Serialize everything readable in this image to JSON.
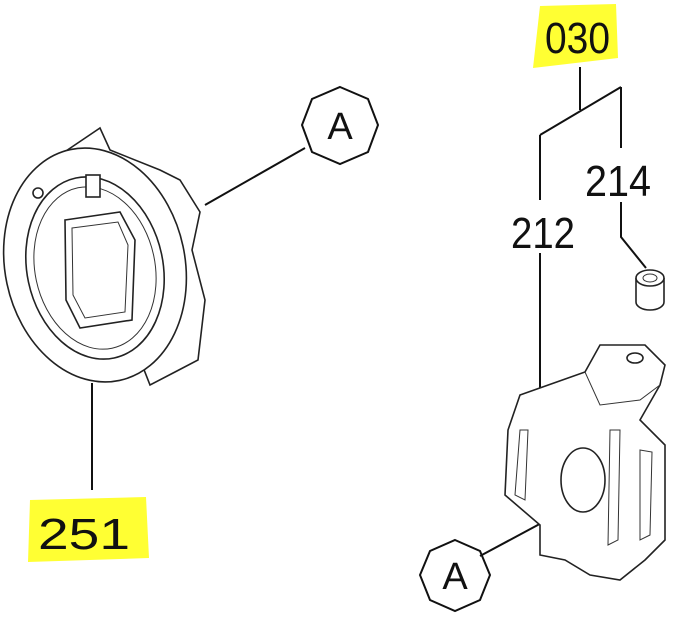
{
  "diagram": {
    "callouts": {
      "assembly": "030",
      "screw": "214",
      "body": "212",
      "ring": "251",
      "ref_top": "A",
      "ref_bottom": "A"
    },
    "highlight_color": "#ffff33",
    "highlighted_callouts": [
      "030",
      "251"
    ]
  }
}
